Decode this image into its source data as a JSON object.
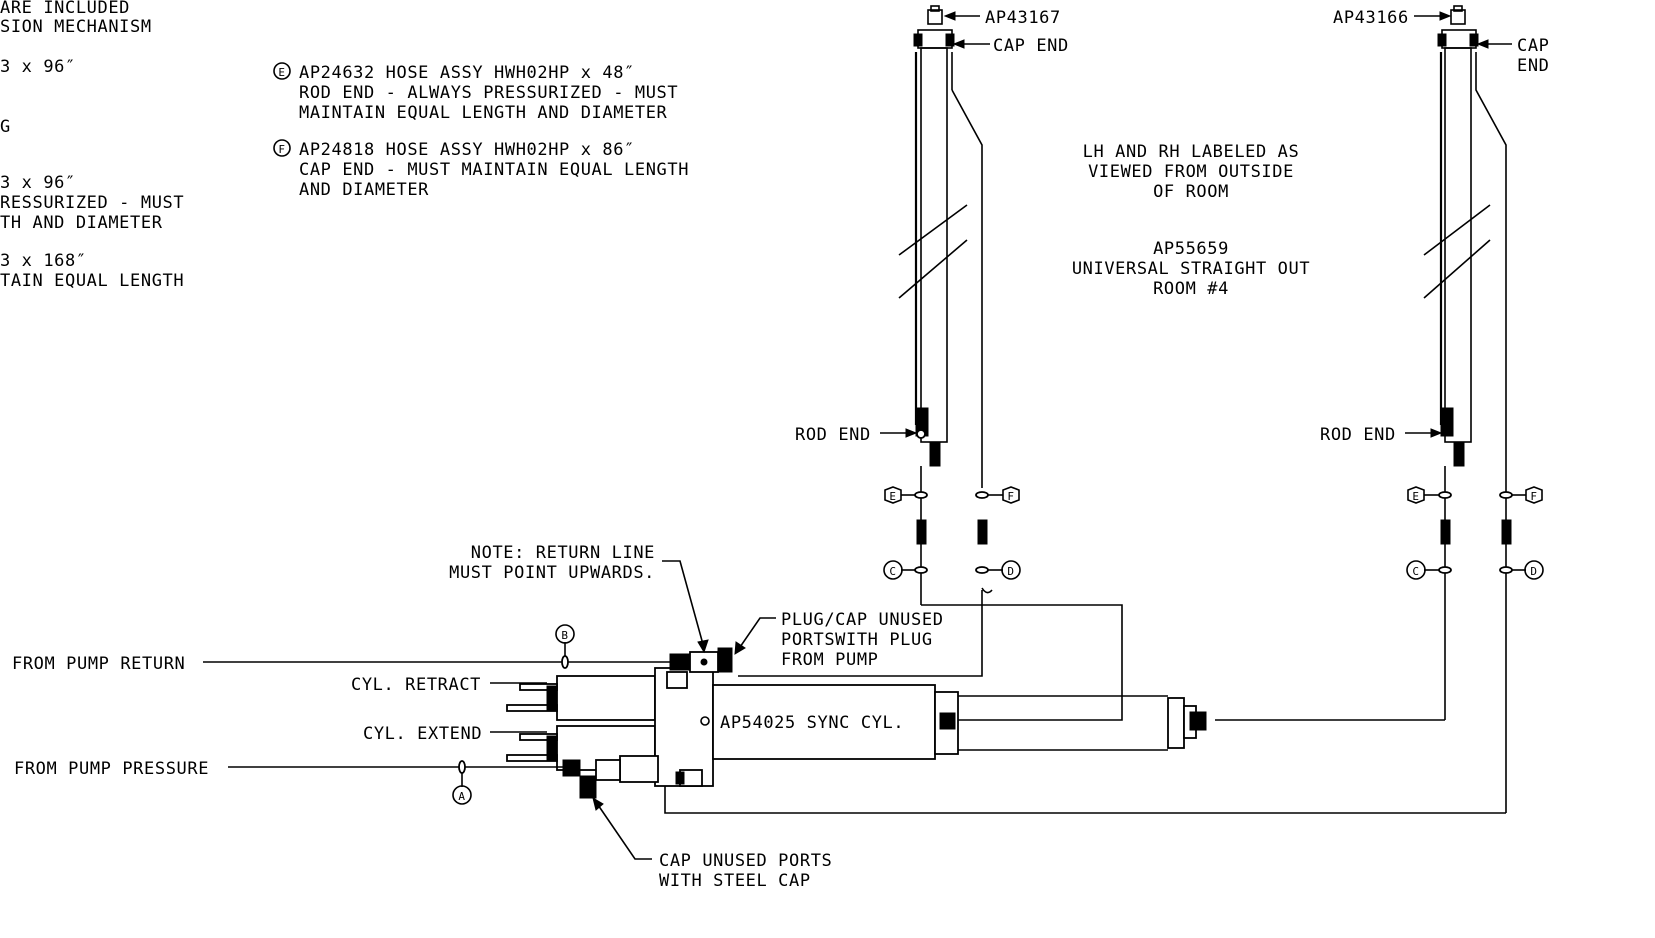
{
  "notes_left": [
    "ARE INCLUDED",
    "SION MECHANISM",
    "3 x 96″",
    "G",
    "3 x 96″",
    "RESSURIZED - MUST",
    "TH AND DIAMETER",
    "3 x 168″",
    "TAIN EQUAL LENGTH"
  ],
  "hose_notes": {
    "e_marker": "E",
    "e_lines": [
      "AP24632 HOSE ASSY HWH02HP x 48″",
      "ROD END - ALWAYS PRESSURIZED - MUST",
      "MAINTAIN EQUAL LENGTH AND DIAMETER"
    ],
    "f_marker": "F",
    "f_lines": [
      "AP24818 HOSE ASSY HWH02HP x 86″",
      "CAP END - MUST MAINTAIN EQUAL LENGTH",
      "AND DIAMETER"
    ]
  },
  "left_cylinder": {
    "part_no": "AP43167",
    "cap_end": "CAP END",
    "rod_end": "ROD END"
  },
  "right_cylinder": {
    "part_no": "AP43166",
    "cap_lines": [
      "CAP",
      "END"
    ],
    "rod_end": "ROD END"
  },
  "info": {
    "labeled_lines": [
      "LH AND RH LABELED AS",
      "VIEWED FROM OUTSIDE",
      "OF ROOM"
    ],
    "room_lines": [
      "AP55659",
      "UNIVERSAL STRAIGHT OUT",
      "ROOM #4"
    ]
  },
  "manifold": {
    "return_note": [
      "NOTE: RETURN LINE",
      "MUST POINT UPWARDS."
    ],
    "plug_note": [
      "PLUG/CAP UNUSED",
      "PORTSWITH PLUG",
      "FROM PUMP"
    ],
    "from_pump_return": "FROM PUMP RETURN",
    "from_pump_pressure": "FROM PUMP PRESSURE",
    "cyl_retract": "CYL. RETRACT",
    "cyl_extend": "CYL. EXTEND",
    "sync_cyl": "AP54025 SYNC CYL.",
    "cap_note": [
      "CAP UNUSED PORTS",
      "WITH STEEL CAP"
    ]
  },
  "markers": {
    "a": "A",
    "b": "B",
    "c": "C",
    "d": "D",
    "e": "E",
    "f": "F"
  }
}
